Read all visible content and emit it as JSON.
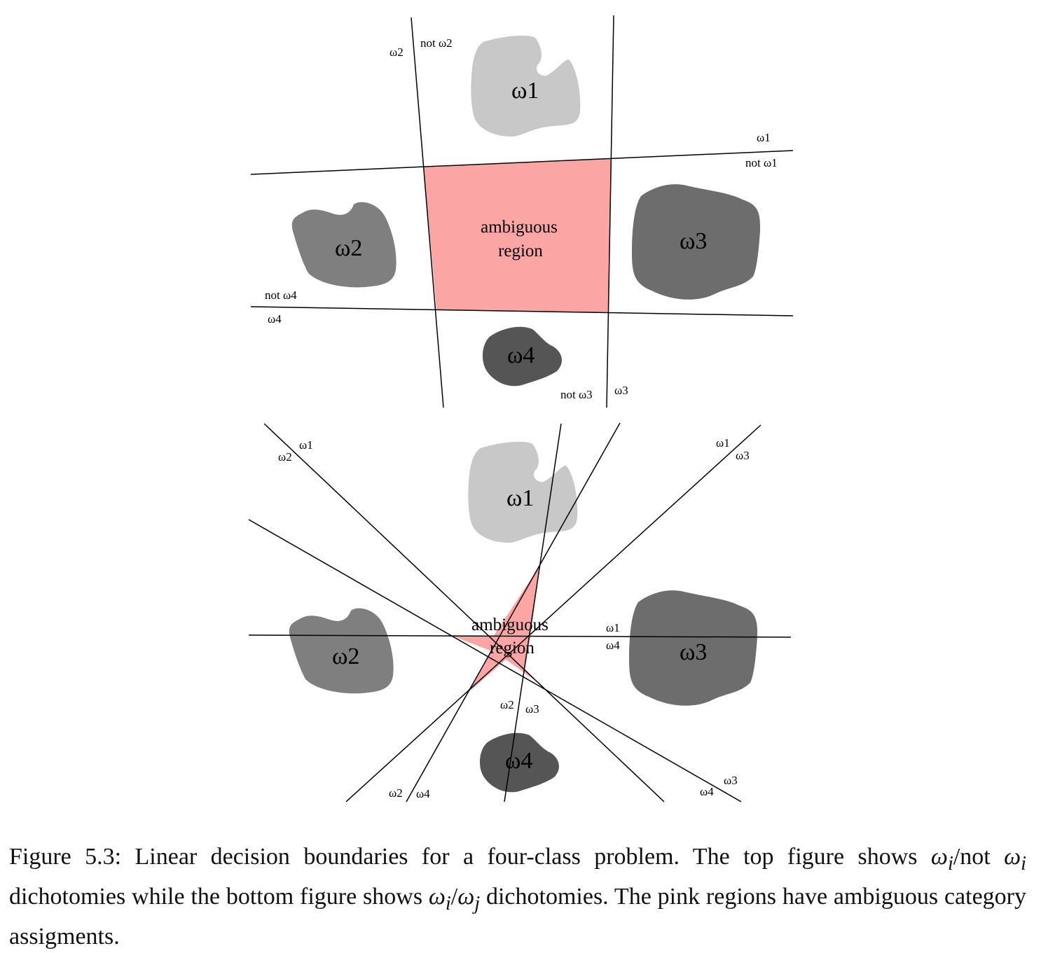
{
  "colors": {
    "ambiguous": "#fca5a5",
    "omega1": "#c8c8c8",
    "omega2": "#7f7f7f",
    "omega3": "#6d6d6d",
    "omega4": "#555555"
  },
  "top_figure": {
    "classes": [
      "ω1",
      "ω2",
      "ω3",
      "ω4"
    ],
    "ambiguous": [
      "ambiguous",
      "region"
    ],
    "boundary_labels": {
      "l2_pos": "ω2",
      "l2_neg": "not ω2",
      "l1_pos": "ω1",
      "l1_neg": "not ω1",
      "l4_neg": "not ω4",
      "l4_pos": "ω4",
      "l3_neg": "not ω3",
      "l3_pos": "ω3"
    }
  },
  "bottom_figure": {
    "classes": [
      "ω1",
      "ω2",
      "ω3",
      "ω4"
    ],
    "ambiguous": [
      "ambiguous",
      "region"
    ],
    "boundary_labels": {
      "a1": "ω1",
      "a2": "ω2",
      "b1": "ω1",
      "b3": "ω3",
      "c1": "ω1",
      "c4": "ω4",
      "d2": "ω2",
      "d3": "ω3",
      "e2": "ω2",
      "e4": "ω4",
      "f3": "ω3",
      "f4": "ω4"
    }
  },
  "caption": {
    "prefix": "Figure 5.3: Linear decision boundaries for a four-class problem. The top figure shows ",
    "m1": "ω",
    "s1": "i",
    "mid1": "/not ",
    "m2": "ω",
    "s2": "i",
    "mid2": " dichotomies while the bottom figure shows ",
    "m3": "ω",
    "s3": "i",
    "slash": "/",
    "m4": "ω",
    "s4": "j",
    "suffix": " dichotomies. The pink regions have ambiguous category assigments."
  }
}
